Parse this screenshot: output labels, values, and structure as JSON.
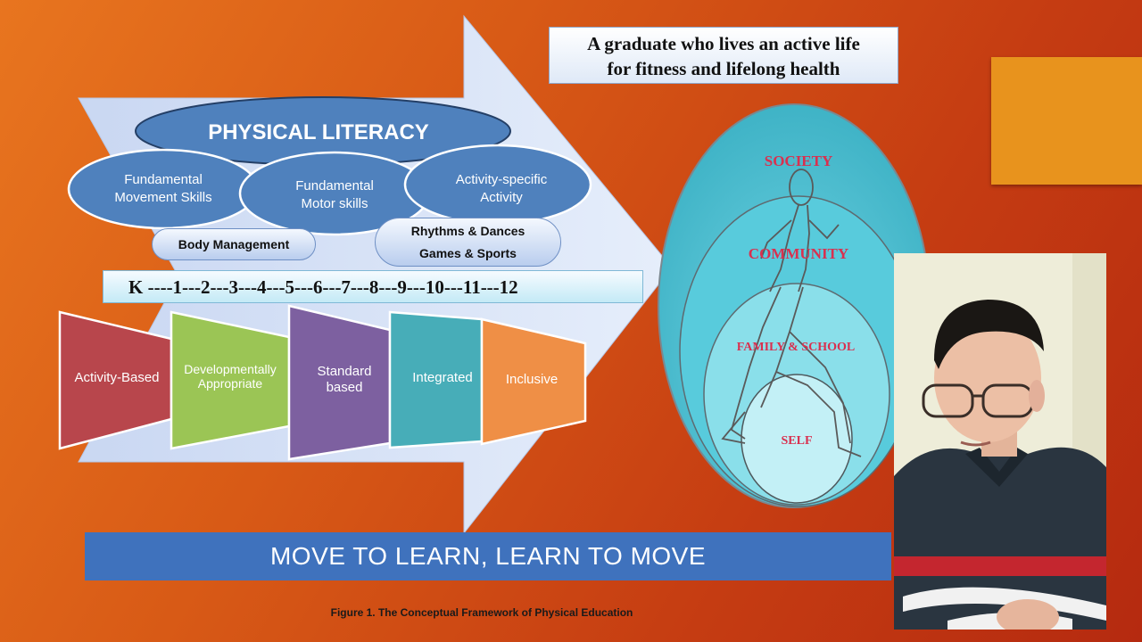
{
  "goal_text": {
    "line1": "A graduate who lives an active life",
    "line2": "for fitness and lifelong health"
  },
  "physical_literacy": {
    "title": "PHYSICAL LITERACY",
    "ovals": [
      {
        "line1": "Fundamental",
        "line2": "Movement Skills"
      },
      {
        "line1": "Fundamental",
        "line2": "Motor skills"
      },
      {
        "line1": "Activity-specific",
        "line2": "Activity"
      }
    ],
    "body_management": "Body Management",
    "rhythms_dances": "Rhythms &  Dances",
    "games_sports": "Games & Sports"
  },
  "grade_scale": "K ----1---2---3---4---5---6---7---8---9---10---11---12",
  "principles": [
    {
      "line1": "Activity-Based",
      "line2": "",
      "color": "#b8464c"
    },
    {
      "line1": "Developmentally",
      "line2": "Appropriate",
      "color": "#9bc555"
    },
    {
      "line1": "Standard",
      "line2": "based",
      "color": "#7d60a0"
    },
    {
      "line1": "Integrated",
      "line2": "",
      "color": "#47adb8"
    },
    {
      "line1": "Inclusive",
      "line2": "",
      "color": "#ef8f46"
    }
  ],
  "circles": {
    "society": "SOCIETY",
    "community": "COMMUNITY",
    "family_school": "FAMILY & SCHOOL",
    "self": "SELF"
  },
  "motto": "MOVE TO LEARN, LEARN TO MOVE",
  "caption": "Figure 1. The Conceptual Framework of Physical Education",
  "colors": {
    "oval_fill": "#4f81bd",
    "circle_label": "#d9304f",
    "banner": "#3f72bd",
    "accent_square": "#e8931d"
  }
}
